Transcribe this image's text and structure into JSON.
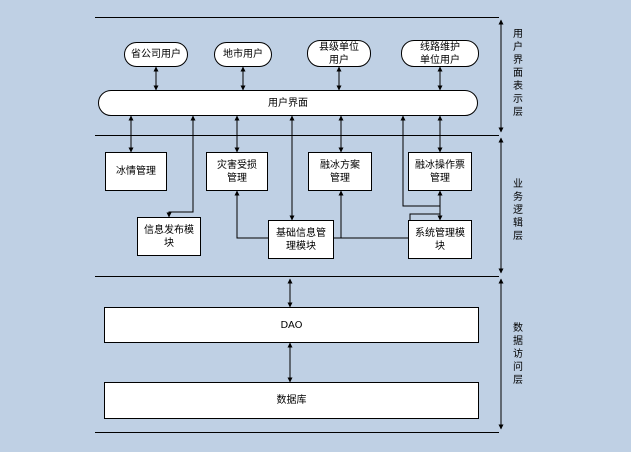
{
  "layers": {
    "presentation": "用户界面表示层",
    "business": "业务逻辑层",
    "data_access": "数据访问层"
  },
  "users": {
    "provincial": "省公司用户",
    "city": "地市用户",
    "county": "县级单位\n用户",
    "line_maint": "线路维护\n单位用户"
  },
  "ui_bar": "用户界面",
  "modules": {
    "ice_status": "冰情管理",
    "disaster": "灾害受损\n管理",
    "deice_plan": "融冰方案\n管理",
    "deice_ticket": "融冰操作票\n管理",
    "info_publish": "信息发布模\n块",
    "base_info": "基础信息管\n理模块",
    "sys_mgmt": "系统管理模\n块"
  },
  "dao": "DAO",
  "database": "数据库"
}
